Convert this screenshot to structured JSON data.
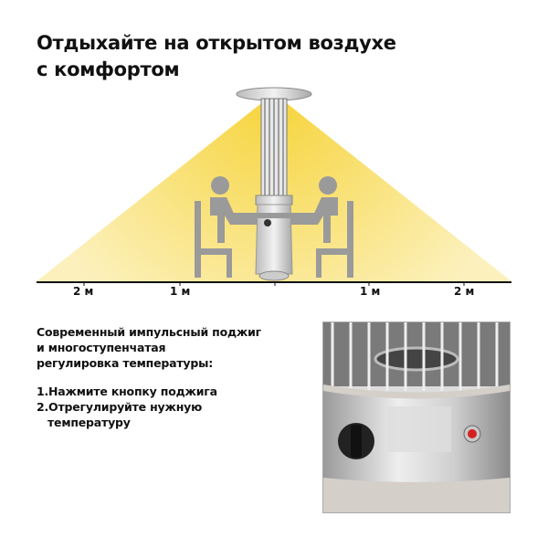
{
  "title": {
    "line1": "Отдыхайте на открытом воздухе",
    "line2": "с комфортом"
  },
  "distance_labels": {
    "left_far": "2 м",
    "left_near": "1 м",
    "right_near": "1 м",
    "right_far": "2 м"
  },
  "description": {
    "line1": "Современный импульсный поджиг",
    "line2": "и многоступенчатая",
    "line3": "регулировка температуры:"
  },
  "steps": {
    "step1": "1.Нажмите кнопку поджига",
    "step2": "2.Отрегулируйте нужную",
    "step2_cont": "температуру"
  },
  "colors": {
    "heat_center": "#f6d745",
    "heat_edge": "#fcf0b8",
    "silhouette": "#9a9a9a"
  }
}
